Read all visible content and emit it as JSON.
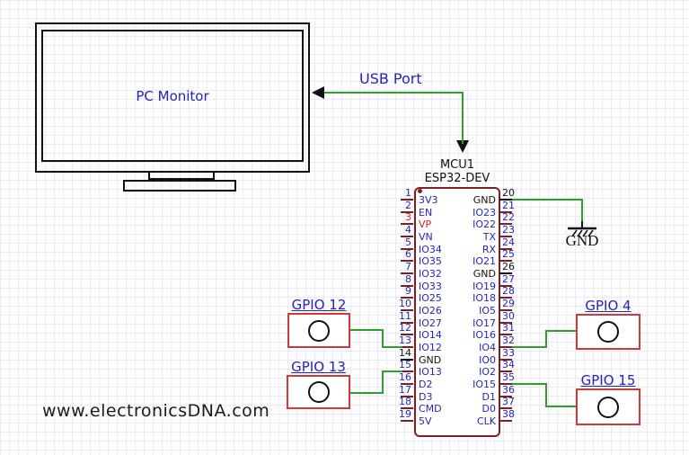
{
  "monitor": {
    "label": "PC Monitor"
  },
  "usb": {
    "label": "USB Port"
  },
  "mcu": {
    "ref": "MCU1",
    "value": "ESP32-DEV",
    "left_pins": [
      {
        "num": 1,
        "name": "3V3",
        "style": "normal"
      },
      {
        "num": 2,
        "name": "EN",
        "style": "normal"
      },
      {
        "num": 3,
        "name": "VP",
        "style": "red"
      },
      {
        "num": 4,
        "name": "VN",
        "style": "normal"
      },
      {
        "num": 5,
        "name": "IO34",
        "style": "normal"
      },
      {
        "num": 6,
        "name": "IO35",
        "style": "normal"
      },
      {
        "num": 7,
        "name": "IO32",
        "style": "normal"
      },
      {
        "num": 8,
        "name": "IO33",
        "style": "normal"
      },
      {
        "num": 9,
        "name": "IO25",
        "style": "normal"
      },
      {
        "num": 10,
        "name": "IO26",
        "style": "normal"
      },
      {
        "num": 11,
        "name": "IO27",
        "style": "normal"
      },
      {
        "num": 12,
        "name": "IO14",
        "style": "normal"
      },
      {
        "num": 13,
        "name": "IO12",
        "style": "normal"
      },
      {
        "num": 14,
        "name": "GND",
        "style": "gnd"
      },
      {
        "num": 15,
        "name": "IO13",
        "style": "normal"
      },
      {
        "num": 16,
        "name": "D2",
        "style": "normal"
      },
      {
        "num": 17,
        "name": "D3",
        "style": "normal"
      },
      {
        "num": 18,
        "name": "CMD",
        "style": "normal"
      },
      {
        "num": 19,
        "name": "5V",
        "style": "normal"
      }
    ],
    "right_pins": [
      {
        "num": 20,
        "name": "GND",
        "style": "gnd"
      },
      {
        "num": 21,
        "name": "IO23",
        "style": "normal"
      },
      {
        "num": 22,
        "name": "IO22",
        "style": "normal"
      },
      {
        "num": 23,
        "name": "TX",
        "style": "normal"
      },
      {
        "num": 24,
        "name": "RX",
        "style": "normal"
      },
      {
        "num": 25,
        "name": "IO21",
        "style": "normal"
      },
      {
        "num": 26,
        "name": "GND",
        "style": "gnd"
      },
      {
        "num": 27,
        "name": "IO19",
        "style": "normal"
      },
      {
        "num": 28,
        "name": "IO18",
        "style": "normal"
      },
      {
        "num": 29,
        "name": "IO5",
        "style": "normal"
      },
      {
        "num": 30,
        "name": "IO17",
        "style": "normal"
      },
      {
        "num": 31,
        "name": "IO16",
        "style": "normal"
      },
      {
        "num": 32,
        "name": "IO4",
        "style": "normal"
      },
      {
        "num": 33,
        "name": "IO0",
        "style": "normal"
      },
      {
        "num": 34,
        "name": "IO2",
        "style": "normal"
      },
      {
        "num": 35,
        "name": "IO15",
        "style": "normal"
      },
      {
        "num": 36,
        "name": "D1",
        "style": "normal"
      },
      {
        "num": 37,
        "name": "D0",
        "style": "normal"
      },
      {
        "num": 38,
        "name": "CLK",
        "style": "normal"
      }
    ]
  },
  "ground": {
    "label": "GND"
  },
  "gpio_boxes": [
    {
      "id": "gpio12",
      "label": "GPIO 12"
    },
    {
      "id": "gpio13",
      "label": "GPIO 13"
    },
    {
      "id": "gpio4",
      "label": "GPIO 4"
    },
    {
      "id": "gpio15",
      "label": "GPIO 15"
    }
  ],
  "connections": [
    {
      "from": "PC Monitor USB Port",
      "to": "MCU1 ESP32-DEV"
    },
    {
      "from": "Pin 20 GND",
      "to": "GND symbol"
    },
    {
      "from": "Pin 13 IO12",
      "to": "GPIO 12"
    },
    {
      "from": "Pin 15 IO13",
      "to": "GPIO 13"
    },
    {
      "from": "Pin 32 IO4",
      "to": "GPIO 4"
    },
    {
      "from": "Pin 35 IO15",
      "to": "GPIO 15"
    }
  ],
  "watermark": "www.electronicsDNA.com",
  "colors": {
    "wire_green": "#2f9e2f",
    "chip_border": "#7e2020",
    "gpio_border": "#cc3b3b",
    "text_blue": "#2525b8",
    "pin_red": "#cc2222"
  }
}
